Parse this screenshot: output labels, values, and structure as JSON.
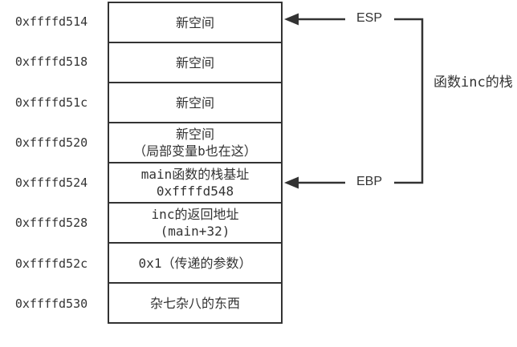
{
  "stack": {
    "rows": [
      {
        "address": "0xffffd514",
        "lines": [
          "新空间"
        ]
      },
      {
        "address": "0xffffd518",
        "lines": [
          "新空间"
        ]
      },
      {
        "address": "0xffffd51c",
        "lines": [
          "新空间"
        ]
      },
      {
        "address": "0xffffd520",
        "lines": [
          "新空间",
          "（局部变量b也在这）"
        ]
      },
      {
        "address": "0xffffd524",
        "lines": [
          "main函数的栈基址",
          "0xffffd548"
        ]
      },
      {
        "address": "0xffffd528",
        "lines": [
          "inc的返回地址",
          "(main+32)"
        ]
      },
      {
        "address": "0xffffd52c",
        "lines": [
          "0x1（传递的参数）"
        ]
      },
      {
        "address": "0xffffd530",
        "lines": [
          "杂七杂八的东西"
        ]
      }
    ]
  },
  "annotations": {
    "esp_label": "ESP",
    "ebp_label": "EBP",
    "bracket_label": "函数inc的栈"
  },
  "colors": {
    "line": "#333333",
    "text": "#333333",
    "background": "#ffffff"
  }
}
